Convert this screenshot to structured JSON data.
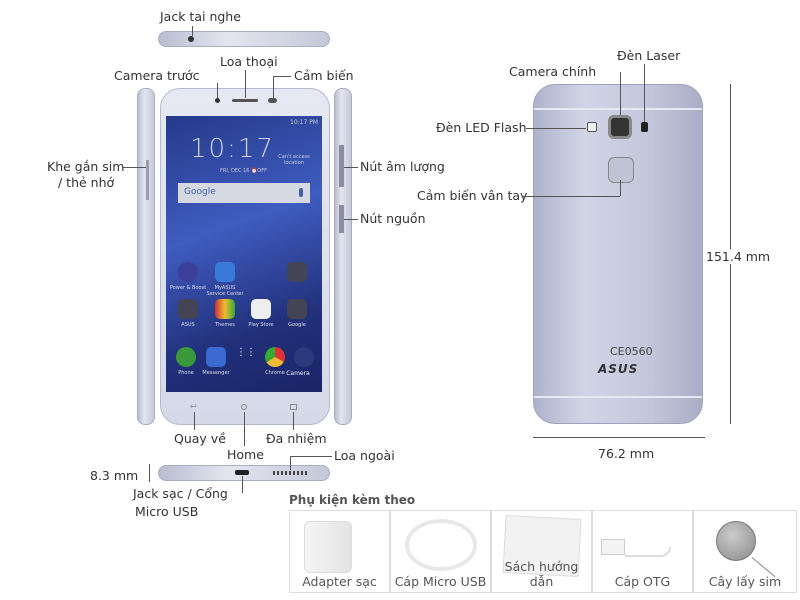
{
  "labels": {
    "headphone_jack": "Jack tai nghe",
    "front_camera": "Camera trước",
    "earpiece": "Loa thoại",
    "sensor": "Cảm biến",
    "sim_slot_line1": "Khe gắn sim",
    "sim_slot_line2": "/ thẻ nhớ",
    "volume_button": "Nút âm lượng",
    "power_button": "Nút nguồn",
    "back_key": "Quay về",
    "home_key": "Home",
    "multitask_key": "Đa nhiệm",
    "loudspeaker": "Loa ngoài",
    "thickness": "8.3 mm",
    "charging_port_line1": "Jack sạc / Cổng",
    "charging_port_line2": "Micro USB",
    "main_camera": "Camera chính",
    "laser": "Đèn Laser",
    "led_flash": "Đèn LED Flash",
    "fingerprint": "Cảm biến vân tay",
    "height": "151.4 mm",
    "width": "76.2 mm"
  },
  "screen": {
    "status_time": "10:17 PM",
    "clock": "10:17",
    "date": "FRI, DEC 16  ⏰OFF",
    "weather": "Can't access location",
    "search": "Google",
    "apps": [
      "Power & Boost",
      "MyASUS Service Center",
      "",
      "ASUS",
      "Themes",
      "Play Store",
      "Google"
    ],
    "dock": [
      "Phone",
      "Messenger",
      "",
      "Chrome",
      "Camera"
    ]
  },
  "back": {
    "logo": "ASUS",
    "cert": "CE0560"
  },
  "accessories": {
    "title": "Phụ kiện kèm theo",
    "items": [
      "Adapter sạc",
      "Cáp Micro USB",
      "Sách hướng dẫn",
      "Cáp OTG",
      "Cây lấy sim"
    ]
  },
  "colors": {
    "metal": "#c5c8d8",
    "text": "#333333"
  }
}
